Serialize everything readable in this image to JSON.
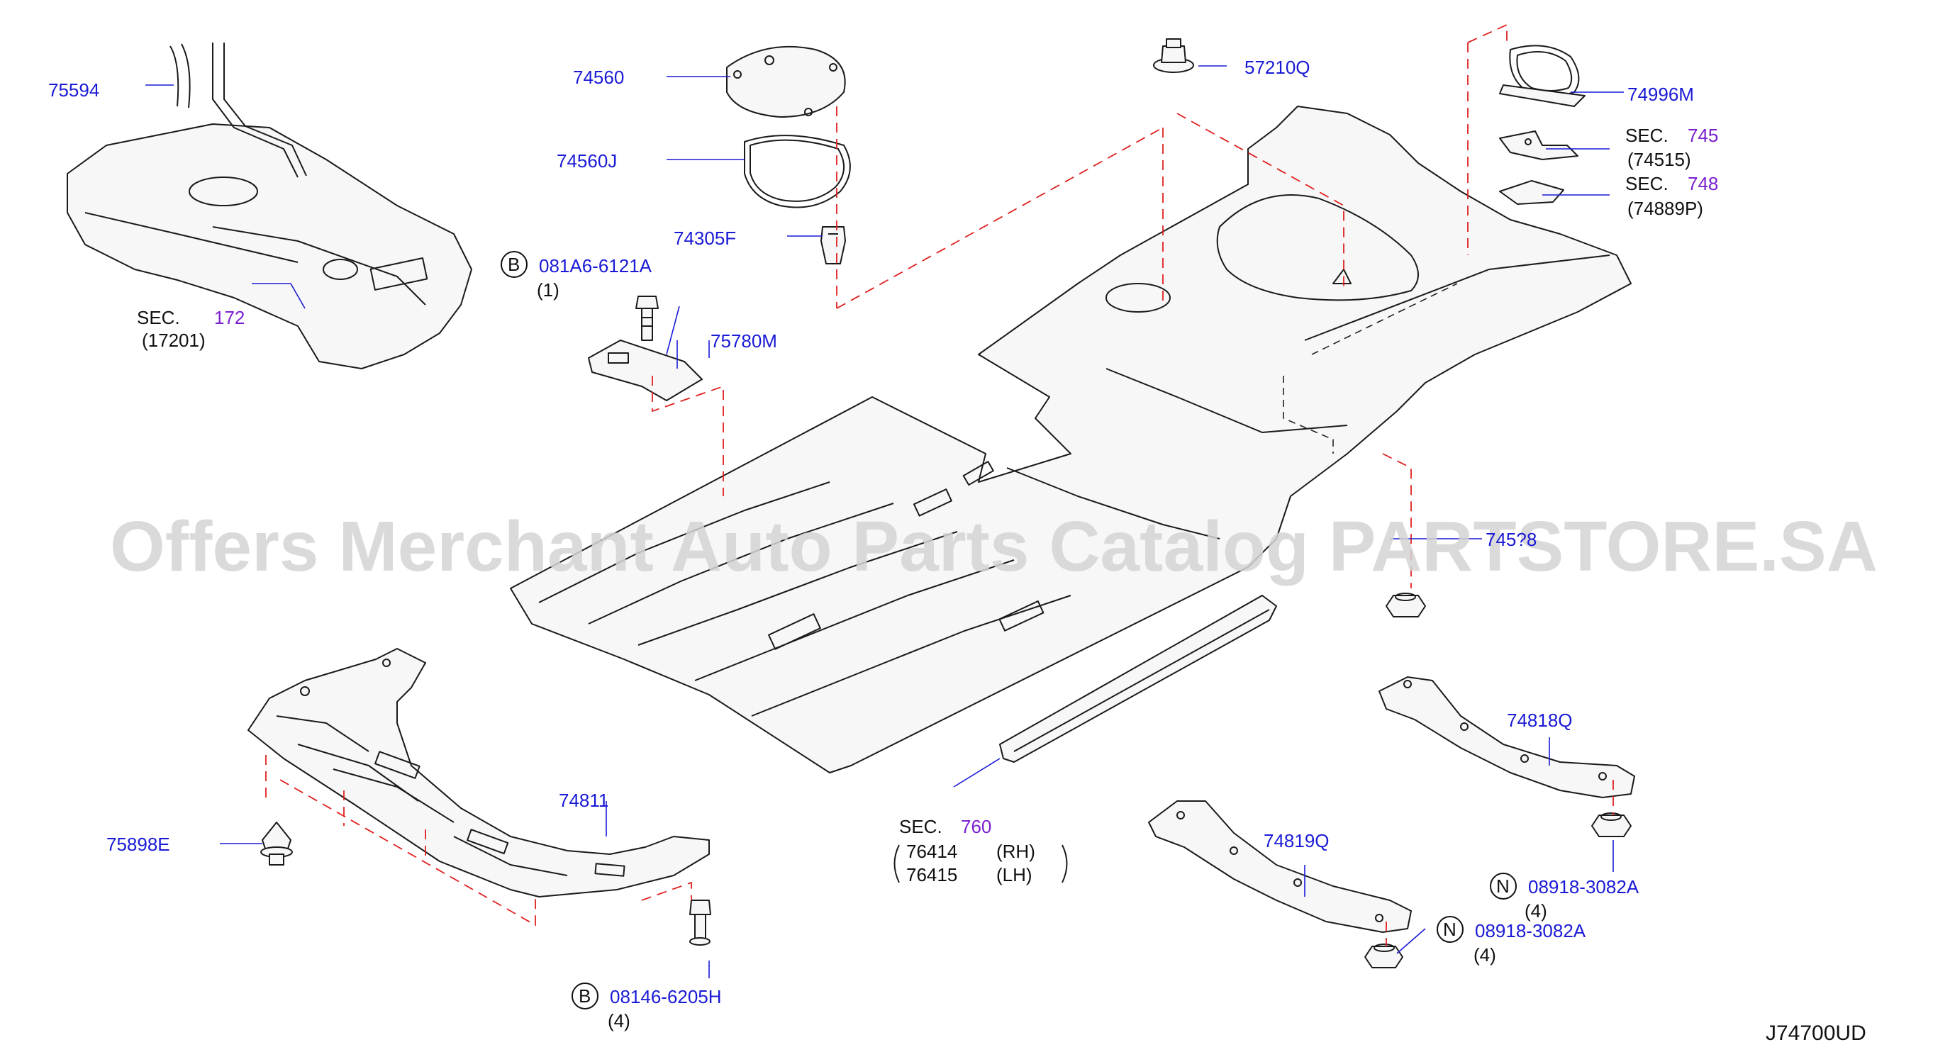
{
  "watermark": "Offers Merchant Auto Parts Catalog PARTSTORE.SA",
  "diagram_code": "J74700UD",
  "colors": {
    "part_number": "#1a1ad6",
    "section_number": "#7a1fd0",
    "dashed_leader": "#e02020"
  },
  "parts": {
    "p75594": "75594",
    "p74560": "74560",
    "p74560j": "74560J",
    "p74305f": "74305F",
    "p57210q": "57210Q",
    "p74996m": "74996M",
    "p75780m": "75780M",
    "p745x8": "745?8",
    "p74818q": "74818Q",
    "p74811": "74811",
    "p75898e": "75898E",
    "p74819q": "74819Q"
  },
  "sections": {
    "sec172": {
      "prefix": "SEC.",
      "number": "172",
      "ref": "(17201)"
    },
    "sec745": {
      "prefix": "SEC.",
      "number": "745",
      "ref": "(74515)"
    },
    "sec748": {
      "prefix": "SEC.",
      "number": "748",
      "ref": "(74889P)"
    },
    "sec760": {
      "prefix": "SEC.",
      "number": "760",
      "ref_rh": "76414",
      "rh": "(RH)",
      "ref_lh": "76415",
      "lh": "(LH)"
    }
  },
  "fasteners": {
    "bolt_top": {
      "badge": "B",
      "number": "081A6-6121A",
      "qty": "(1)"
    },
    "bolt_bottom": {
      "badge": "B",
      "number": "08146-6205H",
      "qty": "(4)"
    },
    "nut_right": {
      "badge": "N",
      "number": "08918-3082A",
      "qty": "(4)"
    },
    "nut_lower": {
      "badge": "N",
      "number": "08918-3082A",
      "qty": "(4)"
    }
  }
}
